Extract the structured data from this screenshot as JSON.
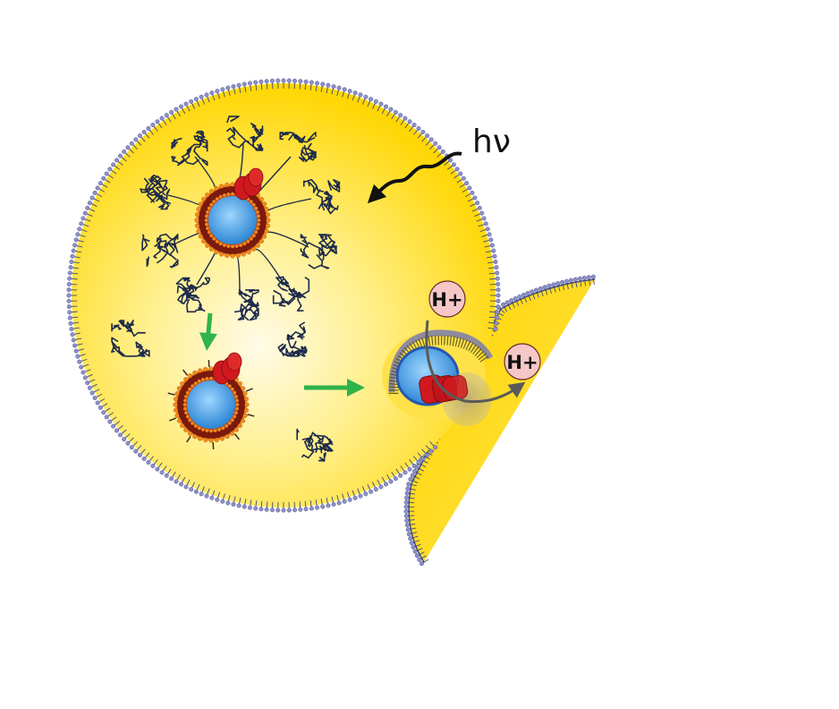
{
  "labels": {
    "light": "hν",
    "proton_inner": "H+",
    "proton_outer": "H+"
  },
  "colors": {
    "cell_yellow": "#ffd600",
    "cell_center": "#fffbe8",
    "membrane_bead": "#8e8fc8",
    "membrane_tail": "#3f4a7c",
    "particle_core": "#3a9ee0",
    "particle_shell": "#7a1a0e",
    "lipid_orange": "#f28a1c",
    "protein_red": "#d0191f",
    "polymer_navy": "#1d2a4a",
    "arrow_green": "#2fb34a",
    "proton_fill": "#f5c7c7"
  }
}
